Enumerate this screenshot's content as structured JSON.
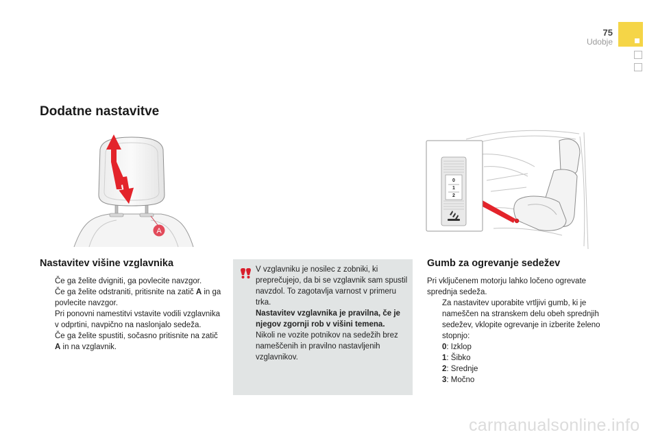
{
  "header": {
    "page_number": "75",
    "section_title": "Udobje",
    "colors": {
      "tab_active": "#f5d547",
      "tab_inactive_border": "#b8b8b8"
    }
  },
  "main_title": "Dodatne nastavitve",
  "headrest": {
    "figure_label": "A",
    "heading": "Nastavitev višine vzglavnika",
    "items": [
      {
        "before": "Če ga želite dvigniti, ga povlecite navzgor.",
        "strong": "",
        "after": ""
      },
      {
        "before": "Če ga želite odstraniti, pritisnite na zatič ",
        "strong": "A",
        "after": " in ga povlecite navzgor."
      },
      {
        "before": "Pri ponovni namestitvi vstavite vodili vzglavnika v odprtini, navpično na naslonjalo sedeža.",
        "strong": "",
        "after": ""
      },
      {
        "before": "Če ga želite spustiti, sočasno pritisnite na zatič ",
        "strong": "A",
        "after": " in na vzglavnik."
      }
    ]
  },
  "warning": {
    "text_1": "V vzglavniku je nosilec z zobniki, ki preprečujejo, da bi se vzglavnik sam spustil navzdol. To zagotavlja varnost v primeru trka.",
    "text_bold": "Nastavitev vzglavnika je pravilna, če je njegov zgornji rob v višini temena.",
    "text_2": "Nikoli ne vozite potnikov na sedežih brez nameščenih in pravilno nastavljenih vzglavnikov.",
    "colors": {
      "background": "#e1e4e4",
      "icon": "#d81e2c"
    }
  },
  "seat_heating": {
    "heading": "Gumb za ogrevanje sedežev",
    "intro": "Pri vključenem motorju lahko ločeno ogrevate sprednja sedeža.",
    "instruction": "Za nastavitev uporabite vrtljivi gumb, ki je nameščen na stranskem delu obeh sprednjih sedežev, vklopite ogrevanje in izberite želeno stopnjo:",
    "levels": [
      {
        "num": "0",
        "label": ": Izklop"
      },
      {
        "num": "1",
        "label": ": Šibko"
      },
      {
        "num": "2",
        "label": ": Srednje"
      },
      {
        "num": "3",
        "label": ": Močno"
      }
    ],
    "dial_labels": [
      "0",
      "1",
      "2"
    ]
  },
  "bullet_glyph": "",
  "watermark": "carmanualsonline.info"
}
